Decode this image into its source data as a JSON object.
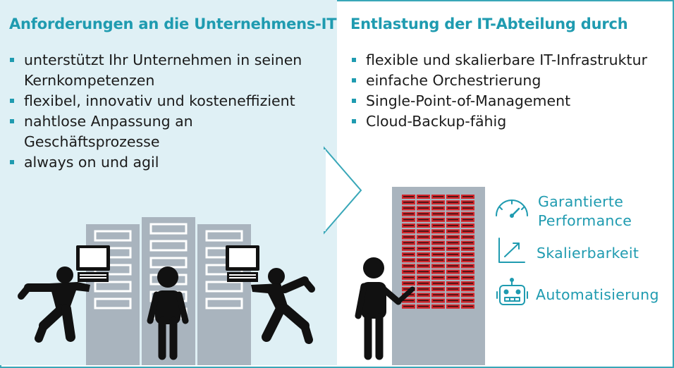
{
  "left": {
    "heading": "Anforderungen an die Unternehmens-IT",
    "bullets": [
      "unterstützt Ihr Unternehmen in seinen Kernkompetenzen",
      "flexibel, innovativ und kosteneffizient",
      "nahtlose Anpassung an Geschäftsprozesse",
      "always on und agil"
    ]
  },
  "right": {
    "heading": "Entlastung der IT-Abteilung durch",
    "bullets": [
      "flexible und skalierbare IT-Infrastruktur",
      "einfache Orchestrierung",
      "Single-Point-of-Management",
      "Cloud-Backup-fähig"
    ]
  },
  "benefits": [
    {
      "icon": "speedometer-icon",
      "label": "Garantierte Performance"
    },
    {
      "icon": "growth-chart-icon",
      "label": "Skalierbarkeit"
    },
    {
      "icon": "robot-icon",
      "label": "Automatisierung"
    }
  ],
  "colors": {
    "accent": "#1f9bb0",
    "left_background": "#dff0f5",
    "server_grey": "#a9b4be",
    "rack_red": "#d3262c",
    "figure": "#111111"
  }
}
